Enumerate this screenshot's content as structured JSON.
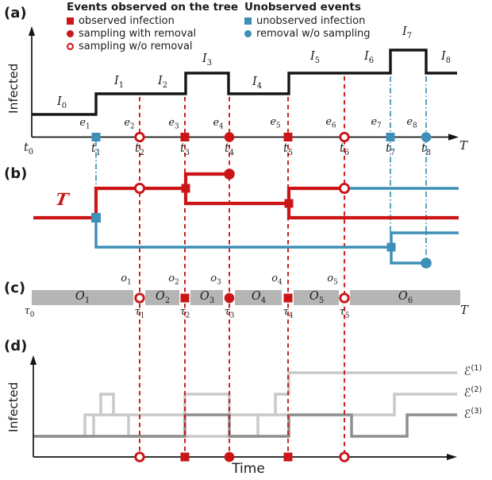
{
  "colors": {
    "red": "#cb1517",
    "blue": "#3e8fb8",
    "bar_gray": "#b5b5b5",
    "light_curve": "#c9c9c9",
    "dark_curve": "#8e8e8e",
    "black": "#151515"
  },
  "legend": {
    "observed": {
      "title": "Events observed on the tree",
      "items": [
        {
          "icon": "red-square-icon",
          "label": "observed infection"
        },
        {
          "icon": "red-filled-circle-icon",
          "label": "sampling with removal"
        },
        {
          "icon": "red-open-circle-icon",
          "label": "sampling w/o removal"
        }
      ]
    },
    "unobserved": {
      "title": "Unobserved events",
      "items": [
        {
          "icon": "blue-square-icon",
          "label": "unobserved infection"
        },
        {
          "icon": "blue-filled-circle-icon",
          "label": "removal w/o sampling"
        }
      ]
    }
  },
  "panels": {
    "a": {
      "tag": "(a)",
      "ylabel": "Infected",
      "axis_end": "T",
      "intervals": [
        {
          "base": "I",
          "sub": "0"
        },
        {
          "base": "I",
          "sub": "1"
        },
        {
          "base": "I",
          "sub": "2"
        },
        {
          "base": "I",
          "sub": "3"
        },
        {
          "base": "I",
          "sub": "4"
        },
        {
          "base": "I",
          "sub": "5"
        },
        {
          "base": "I",
          "sub": "6"
        },
        {
          "base": "I",
          "sub": "7"
        },
        {
          "base": "I",
          "sub": "8"
        }
      ],
      "infected_counts": [
        1,
        2,
        2,
        3,
        2,
        3,
        3,
        4,
        3
      ],
      "events": [
        {
          "base": "e",
          "sub": "1",
          "type": "unobserved infection"
        },
        {
          "base": "e",
          "sub": "2",
          "type": "sampling w/o removal"
        },
        {
          "base": "e",
          "sub": "3",
          "type": "observed infection"
        },
        {
          "base": "e",
          "sub": "4",
          "type": "sampling with removal"
        },
        {
          "base": "e",
          "sub": "5",
          "type": "observed infection"
        },
        {
          "base": "e",
          "sub": "6",
          "type": "sampling w/o removal"
        },
        {
          "base": "e",
          "sub": "7",
          "type": "unobserved infection"
        },
        {
          "base": "e",
          "sub": "8",
          "type": "removal w/o sampling"
        }
      ],
      "times": [
        {
          "base": "t",
          "sub": "0"
        },
        {
          "base": "t",
          "sub": "1"
        },
        {
          "base": "t",
          "sub": "2"
        },
        {
          "base": "t",
          "sub": "3"
        },
        {
          "base": "t",
          "sub": "4"
        },
        {
          "base": "t",
          "sub": "5"
        },
        {
          "base": "t",
          "sub": "6"
        },
        {
          "base": "t",
          "sub": "7"
        },
        {
          "base": "t",
          "sub": "8"
        }
      ]
    },
    "b": {
      "tag": "(b)",
      "tree_label": "T"
    },
    "c": {
      "tag": "(c)",
      "segments": [
        {
          "base": "O",
          "sub": "1"
        },
        {
          "base": "O",
          "sub": "2"
        },
        {
          "base": "O",
          "sub": "3"
        },
        {
          "base": "O",
          "sub": "4"
        },
        {
          "base": "O",
          "sub": "5"
        },
        {
          "base": "O",
          "sub": "6"
        }
      ],
      "obs_events": [
        {
          "base": "o",
          "sub": "1",
          "type": "sampling w/o removal"
        },
        {
          "base": "o",
          "sub": "2",
          "type": "observed infection"
        },
        {
          "base": "o",
          "sub": "3",
          "type": "sampling with removal"
        },
        {
          "base": "o",
          "sub": "4",
          "type": "observed infection"
        },
        {
          "base": "o",
          "sub": "5",
          "type": "sampling w/o removal"
        }
      ],
      "taus": [
        {
          "base": "τ",
          "sub": "0"
        },
        {
          "base": "τ",
          "sub": "1"
        },
        {
          "base": "τ",
          "sub": "2"
        },
        {
          "base": "τ",
          "sub": "3"
        },
        {
          "base": "τ",
          "sub": "4"
        },
        {
          "base": "τ",
          "sub": "5"
        }
      ],
      "axis_end": "T"
    },
    "d": {
      "tag": "(d)",
      "ylabel": "Infected",
      "xlabel": "Time",
      "series": [
        {
          "base": "ℰ",
          "sup": "(1)"
        },
        {
          "base": "ℰ",
          "sup": "(2)"
        },
        {
          "base": "ℰ",
          "sup": "(3)"
        }
      ]
    }
  }
}
